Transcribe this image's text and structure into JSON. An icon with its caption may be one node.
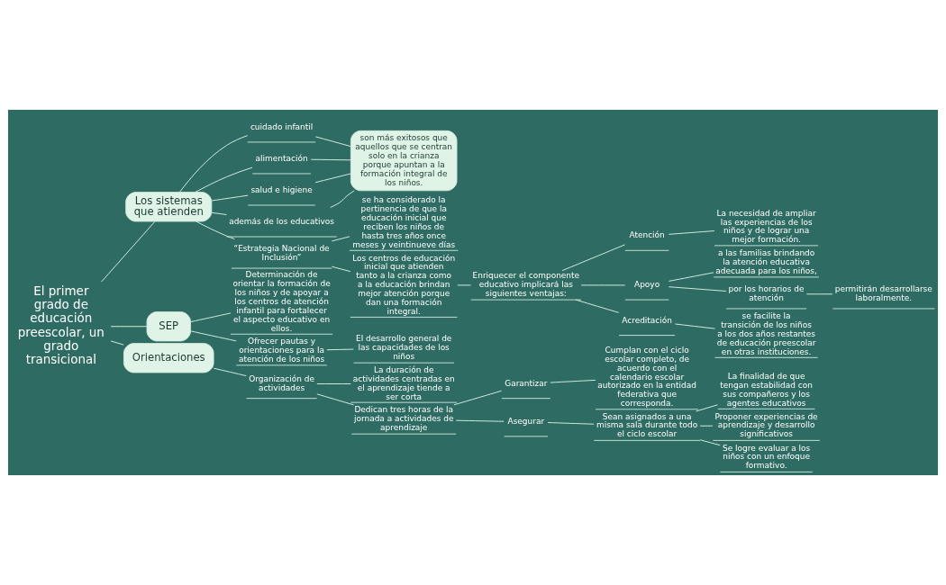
{
  "diagram": {
    "nodes": [
      {
        "text": [
          "El primer grado de educación preescolar, un grado transicional"
        ]
      },
      {
        "text": [
          "Los sistemas que atienden"
        ]
      },
      {
        "text": [
          "cuidado infantil"
        ]
      },
      {
        "text": [
          "alimentación"
        ]
      },
      {
        "text": [
          "salud e higiene"
        ]
      },
      {
        "text": [
          "además de los educativos"
        ]
      },
      {
        "text": [
          "son más exitosos que aquellos que se centran solo en la crianza porque apuntan a la formación integral de los niños."
        ]
      },
      {
        "text": [
          "“Estrategia Nacional de Inclusión”"
        ]
      },
      {
        "text": [
          "se ha considerado la pertinencia de que la educación inicial que reciben los niños de hasta tres años once meses y veintinueve días"
        ]
      },
      {
        "text": [
          "Los centros de educación inicial que atienden tanto a la crianza como a la educación brindan mejor atención porque dan una formación integral."
        ]
      },
      {
        "text": [
          "Enriquecer el componente educativo implicará las siguientes ventajas:"
        ]
      },
      {
        "text": [
          "Atención"
        ]
      },
      {
        "text": [
          "La necesidad de ampliar las experiencias de los niños y de lograr una mejor formación."
        ]
      },
      {
        "text": [
          "Apoyo"
        ]
      },
      {
        "text": [
          "a las familias brindando la atención educativa adecuada para los niños,"
        ]
      },
      {
        "text": [
          "por los horarios de atención"
        ]
      },
      {
        "text": [
          "permitirán desarrollarse laboralmente."
        ]
      },
      {
        "text": [
          "Acreditación"
        ]
      },
      {
        "text": [
          "se facilite la transición de los niños a los dos años restantes de educación preescolar en otras instituciones."
        ]
      },
      {
        "text": [
          "SEP"
        ]
      },
      {
        "text": [
          "Determinación de orientar la formación de los niños y de apoyar a los centros de atención infantil para fortalecer el aspecto educativo en ellos."
        ]
      },
      {
        "text": [
          "Ofrecer pautas y orientaciones para la atención de los niños"
        ]
      },
      {
        "text": [
          "El desarrollo general de las capacidades de los niños"
        ]
      },
      {
        "text": [
          "Orientaciones"
        ]
      },
      {
        "text": [
          "Organización de actividades"
        ]
      },
      {
        "text": [
          "La duración de actividades centradas en el aprendizaje tiende a ser corta"
        ]
      },
      {
        "text": [
          "Dedican tres horas de la jornada a actividades de aprendizaje"
        ]
      },
      {
        "text": [
          "Garantizar"
        ]
      },
      {
        "text": [
          "Cumplan con el ciclo escolar completo, de acuerdo con el calendario escolar autorizado en la entidad federativa que corresponda."
        ]
      },
      {
        "text": [
          "Asegurar"
        ]
      },
      {
        "text": [
          "Sean asignados a una misma sala durante todo el ciclo escolar"
        ]
      },
      {
        "text": [
          "La finalidad de que tengan estabilidad con sus compañeros y los agentes educativos"
        ]
      },
      {
        "text": [
          "Proponer experiencias de aprendizaje y desarrollo significativos"
        ]
      },
      {
        "text": [
          "Se logre evaluar a los niños con un enfoque formativo."
        ]
      }
    ],
    "edges": [
      {
        "from": 0,
        "to": 1,
        "arrow": "none"
      },
      {
        "from": 1,
        "to": 2,
        "arrow": "none"
      },
      {
        "from": 1,
        "to": 3,
        "arrow": "none"
      },
      {
        "from": 1,
        "to": 4,
        "arrow": "none"
      },
      {
        "from": 1,
        "to": 5,
        "arrow": "none"
      },
      {
        "from": 2,
        "to": 6,
        "arrow": "none"
      },
      {
        "from": 3,
        "to": 6,
        "arrow": "none"
      },
      {
        "from": 4,
        "to": 6,
        "arrow": "none"
      },
      {
        "from": 5,
        "to": 6,
        "arrow": "none"
      },
      {
        "from": 1,
        "to": 7,
        "arrow": "none"
      },
      {
        "from": 7,
        "to": 8,
        "arrow": "none"
      },
      {
        "from": 7,
        "to": 9,
        "arrow": "none"
      },
      {
        "from": 9,
        "to": 10,
        "arrow": "none"
      },
      {
        "from": 10,
        "to": 11,
        "arrow": "none"
      },
      {
        "from": 10,
        "to": 13,
        "arrow": "none"
      },
      {
        "from": 10,
        "to": 17,
        "arrow": "none"
      },
      {
        "from": 11,
        "to": 12,
        "arrow": "none"
      },
      {
        "from": 13,
        "to": 14,
        "arrow": "none"
      },
      {
        "from": 13,
        "to": 15,
        "arrow": "none"
      },
      {
        "from": 15,
        "to": 16,
        "arrow": "none"
      },
      {
        "from": 17,
        "to": 18,
        "arrow": "none"
      },
      {
        "from": 0,
        "to": 19,
        "arrow": "none"
      },
      {
        "from": 19,
        "to": 20,
        "arrow": "none"
      },
      {
        "from": 19,
        "to": 21,
        "arrow": "none"
      },
      {
        "from": 21,
        "to": 22,
        "arrow": "none"
      },
      {
        "from": 0,
        "to": 23,
        "arrow": "none"
      },
      {
        "from": 23,
        "to": 24,
        "arrow": "none"
      },
      {
        "from": 24,
        "to": 25,
        "arrow": "none"
      },
      {
        "from": 24,
        "to": 26,
        "arrow": "none"
      },
      {
        "from": 26,
        "to": 27,
        "arrow": "none"
      },
      {
        "from": 26,
        "to": 29,
        "arrow": "none"
      },
      {
        "from": 27,
        "to": 28,
        "arrow": "none"
      },
      {
        "from": 29,
        "to": 30,
        "arrow": "none"
      },
      {
        "from": 30,
        "to": 31,
        "arrow": "none"
      },
      {
        "from": 30,
        "to": 32,
        "arrow": "none"
      },
      {
        "from": 30,
        "to": 33,
        "arrow": "none"
      }
    ]
  }
}
